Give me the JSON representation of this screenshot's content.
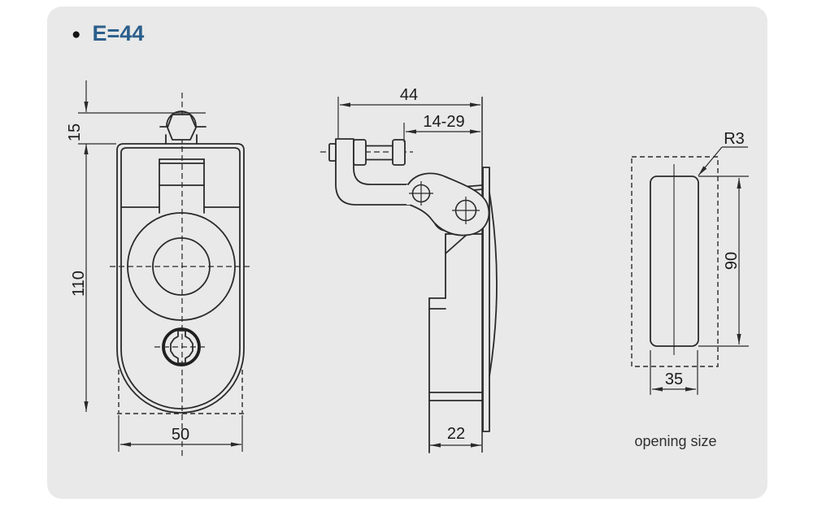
{
  "title": {
    "bullet": "●",
    "label": "E=44"
  },
  "drawing": {
    "front_view": {
      "dim_top_offset": "15",
      "dim_height": "110",
      "dim_width": "50"
    },
    "side_view": {
      "dim_total_depth": "44",
      "dim_grip_range": "14-29",
      "dim_body_depth": "22"
    },
    "opening_view": {
      "dim_corner_radius": "R3",
      "dim_height": "90",
      "dim_width": "35",
      "caption": "opening size"
    }
  },
  "colors": {
    "accent_blue": "#2b5e8c",
    "line": "#2a2a2a",
    "panel_bg": "#e8e9e8",
    "page_bg": "#ffffff"
  }
}
